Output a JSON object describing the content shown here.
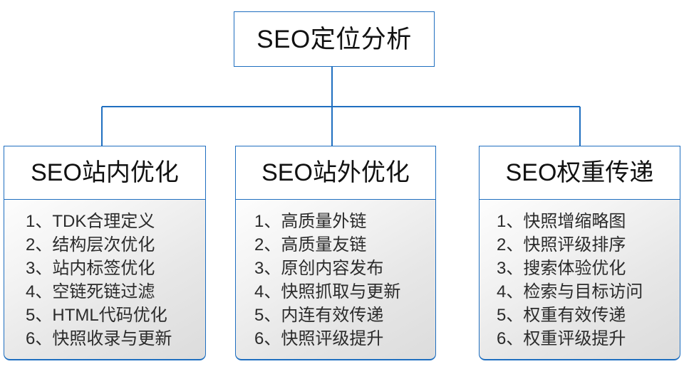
{
  "diagram": {
    "root": {
      "title": "SEO定位分析"
    },
    "accent_color": "#1f6fc0",
    "branches": [
      {
        "title": "SEO站内优化",
        "items": [
          {
            "index": "1、",
            "text": "TDK合理定义"
          },
          {
            "index": "2、",
            "text": "结构层次优化"
          },
          {
            "index": "3、",
            "text": "站内标签优化"
          },
          {
            "index": "4、",
            "text": "空链死链过滤"
          },
          {
            "index": "5、",
            "text": "HTML代码优化"
          },
          {
            "index": "6、",
            "text": "快照收录与更新"
          }
        ]
      },
      {
        "title": "SEO站外优化",
        "items": [
          {
            "index": "1、",
            "text": "高质量外链"
          },
          {
            "index": "2、",
            "text": "高质量友链"
          },
          {
            "index": "3、",
            "text": "原创内容发布"
          },
          {
            "index": "4、",
            "text": "快照抓取与更新"
          },
          {
            "index": "5、",
            "text": "内连有效传递"
          },
          {
            "index": "6、",
            "text": "快照评级提升"
          }
        ]
      },
      {
        "title": "SEO权重传递",
        "items": [
          {
            "index": "1、",
            "text": "快照增缩略图"
          },
          {
            "index": "2、",
            "text": "快照评级排序"
          },
          {
            "index": "3、",
            "text": "搜索体验优化"
          },
          {
            "index": "4、",
            "text": "检索与目标访问"
          },
          {
            "index": "5、",
            "text": "权重有效传递"
          },
          {
            "index": "6、",
            "text": "权重评级提升"
          }
        ]
      }
    ]
  }
}
